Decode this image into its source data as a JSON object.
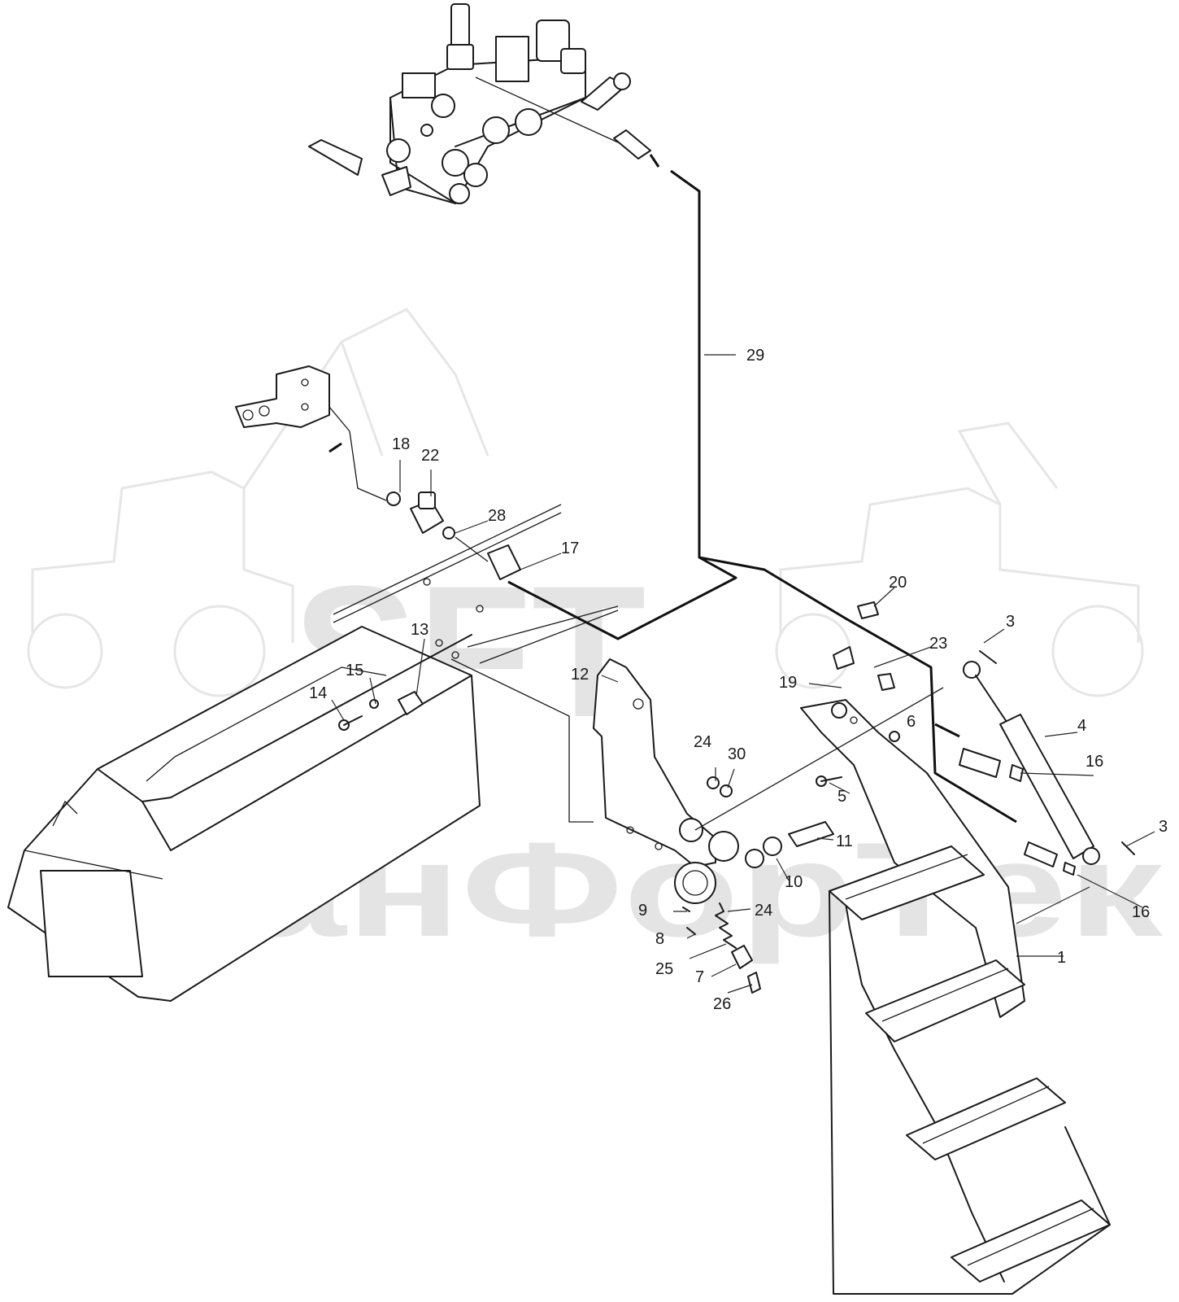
{
  "watermark": {
    "brand": "SFT",
    "company": "СканФорТек"
  },
  "callouts": [
    {
      "id": "c1",
      "label": "1"
    },
    {
      "id": "c3a",
      "label": "3"
    },
    {
      "id": "c3b",
      "label": "3"
    },
    {
      "id": "c4",
      "label": "4"
    },
    {
      "id": "c5",
      "label": "5"
    },
    {
      "id": "c6",
      "label": "6"
    },
    {
      "id": "c7",
      "label": "7"
    },
    {
      "id": "c8",
      "label": "8"
    },
    {
      "id": "c9",
      "label": "9"
    },
    {
      "id": "c10",
      "label": "10"
    },
    {
      "id": "c11",
      "label": "11"
    },
    {
      "id": "c12",
      "label": "12"
    },
    {
      "id": "c13",
      "label": "13"
    },
    {
      "id": "c14",
      "label": "14"
    },
    {
      "id": "c15",
      "label": "15"
    },
    {
      "id": "c16a",
      "label": "16"
    },
    {
      "id": "c16b",
      "label": "16"
    },
    {
      "id": "c17",
      "label": "17"
    },
    {
      "id": "c18",
      "label": "18"
    },
    {
      "id": "c19",
      "label": "19"
    },
    {
      "id": "c20",
      "label": "20"
    },
    {
      "id": "c22",
      "label": "22"
    },
    {
      "id": "c23",
      "label": "23"
    },
    {
      "id": "c24a",
      "label": "24"
    },
    {
      "id": "c24b",
      "label": "24"
    },
    {
      "id": "c25",
      "label": "25"
    },
    {
      "id": "c26",
      "label": "26"
    },
    {
      "id": "c28",
      "label": "28"
    },
    {
      "id": "c29",
      "label": "29"
    },
    {
      "id": "c30",
      "label": "30"
    }
  ]
}
